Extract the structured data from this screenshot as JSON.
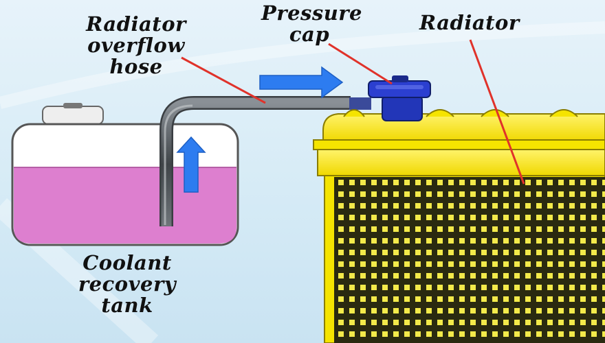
{
  "labels": {
    "overflow_hose": [
      "Radiator",
      "overflow",
      "hose"
    ],
    "pressure_cap": [
      "Pressure",
      "cap"
    ],
    "radiator": [
      "Radiator"
    ],
    "recovery_tank": [
      "Coolant",
      "recovery",
      "tank"
    ]
  },
  "colors": {
    "background": "#dcedf7",
    "tank_coolant": "#dd7fcf",
    "tank_empty": "#ffffff",
    "radiator_body": "#f5e400",
    "radiator_core": "#2a2a10",
    "pressure_cap": "#2b3fd0",
    "flow_arrow": "#2d7cf0",
    "leader_line": "#e0322a",
    "hose": "#555b60"
  },
  "icons": {
    "flow_right": "arrow-right-icon",
    "flow_up": "arrow-up-icon"
  }
}
